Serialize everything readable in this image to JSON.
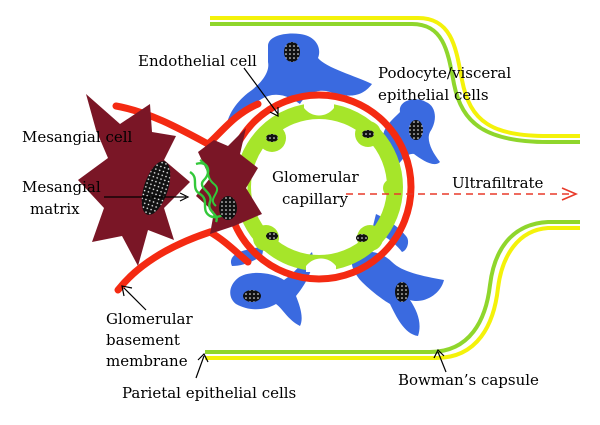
{
  "labels": {
    "endothelial_cell": "Endothelial cell",
    "podocyte_line1": "Podocyte/visceral",
    "podocyte_line2": "epithelial cells",
    "mesangial_cell": "Mesangial cell",
    "mesangial_matrix_line1": "Mesangial",
    "mesangial_matrix_line2": "matrix",
    "glomerular_capillary_line1": "Glomerular",
    "glomerular_capillary_line2": "capillary",
    "ultrafiltrate": "Ultrafiltrate",
    "gbm_line1": "Glomerular",
    "gbm_line2": "basement",
    "gbm_line3": "membrane",
    "parietal_epithelial": "Parietal epithelial cells",
    "bowmans_capsule": "Bowman’s capsule"
  },
  "colors": {
    "basement_membrane": "#f42a12",
    "endothelium": "#a6e52a",
    "podocyte": "#3a6ae0",
    "mesangial_cell": "#7a1626",
    "mesangial_matrix": "#33c83a",
    "capsule_outer": "#f4f20a",
    "capsule_inner": "#8fd62c",
    "ultrafiltrate_arrow": "#e83a2a",
    "nucleus": "#111111"
  }
}
